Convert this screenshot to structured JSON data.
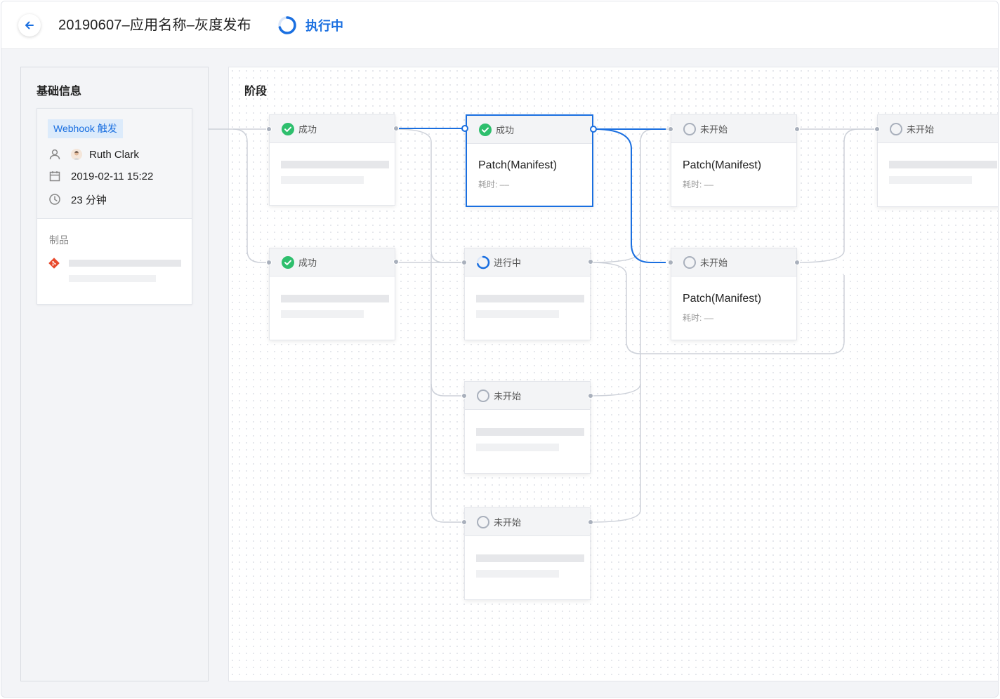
{
  "header": {
    "title": "20190607–应用名称–灰度发布",
    "status": "执行中",
    "accent": "#1a6fe0"
  },
  "info": {
    "title": "基础信息",
    "trigger": "Webhook 触发",
    "user": "Ruth Clark",
    "date": "2019-02-11 15:22",
    "duration": "23 分钟",
    "products_label": "制品"
  },
  "stage": {
    "title": "阶段",
    "nodes": [
      {
        "status": "成功",
        "title": "",
        "sub": ""
      },
      {
        "status": "成功",
        "title": "",
        "sub": ""
      },
      {
        "status": "成功",
        "title": "Patch(Manifest)",
        "sub": "耗时: ––"
      },
      {
        "status": "进行中",
        "title": "",
        "sub": ""
      },
      {
        "status": "未开始",
        "title": "",
        "sub": ""
      },
      {
        "status": "未开始",
        "title": "",
        "sub": ""
      },
      {
        "status": "未开始",
        "title": "Patch(Manifest)",
        "sub": "耗时: ––"
      },
      {
        "status": "未开始",
        "title": "Patch(Manifest)",
        "sub": "耗时: ––"
      },
      {
        "status": "未开始",
        "title": "",
        "sub": ""
      }
    ]
  },
  "colors": {
    "success": "#2ebf6d",
    "running": "#1a6fe0",
    "pending": "#a9b0bc"
  }
}
